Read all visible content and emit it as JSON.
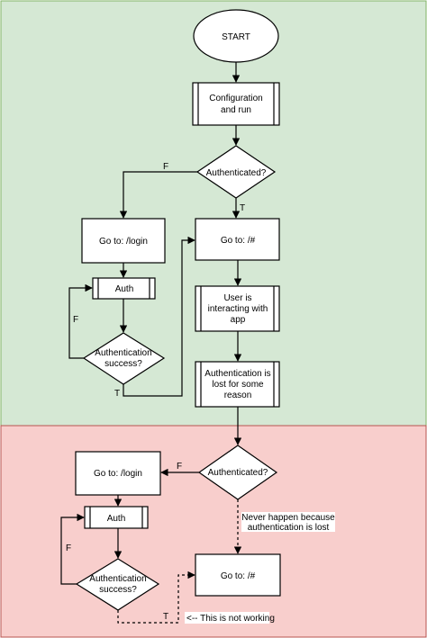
{
  "colors": {
    "top_zone_fill": "#d5e8d4",
    "top_zone_stroke": "#82b366",
    "bottom_zone_fill": "#f8cecc",
    "bottom_zone_stroke": "#b85450",
    "shape_fill": "#ffffff",
    "line": "#000000"
  },
  "top": {
    "start": "START",
    "config_line1": "Configuration",
    "config_line2": "and run",
    "auth_check": "Authenticated?",
    "label_false": "F",
    "label_true": "T",
    "goto_login": "Go to: /login",
    "auth": "Auth",
    "auth_success_line1": "Authentication",
    "auth_success_line2": "success?",
    "loop_false": "F",
    "loop_true": "T",
    "goto_hash": "Go to: /#",
    "interact_line1": "User is",
    "interact_line2": "interacting with",
    "interact_line3": "app",
    "lost_line1": "Authentication is",
    "lost_line2": "lost for some",
    "lost_line3": "reason"
  },
  "bottom": {
    "auth_check": "Authenticated?",
    "label_false": "F",
    "goto_login": "Go to: /login",
    "auth": "Auth",
    "auth_success_line1": "Authentication",
    "auth_success_line2": "success?",
    "loop_false": "F",
    "loop_true": "T",
    "never_line1": "Never happen because",
    "never_line2": "authentication is lost",
    "goto_hash": "Go to: /#",
    "not_working": "<-- This is not working"
  }
}
